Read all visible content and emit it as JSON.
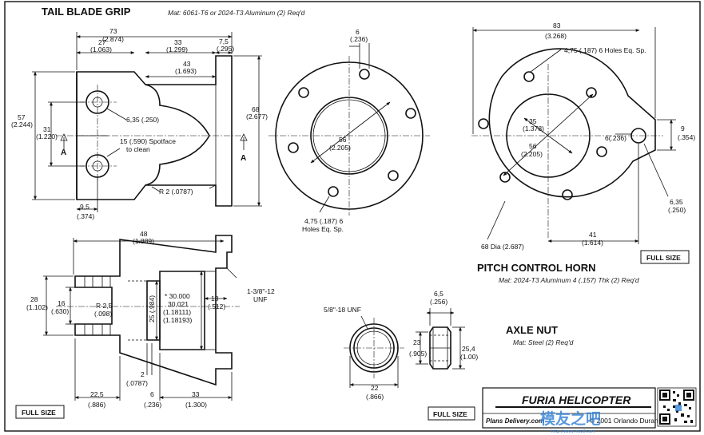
{
  "tail_blade_grip": {
    "title": "TAIL BLADE GRIP",
    "material": "Mat: 6061-T6 or 2024-T3 Aluminum (2) Req'd",
    "dims": {
      "d73": "73",
      "d73i": "(2.874)",
      "d27": "27",
      "d27i": "(1.063)",
      "d33": "33",
      "d33i": "(1.299)",
      "d75": "7,5",
      "d75i": "(.295)",
      "d43": "43",
      "d43i": "(1.693)",
      "d57": "57",
      "d57i": "(2.244)",
      "d31": "31",
      "d31i": "(1.220)",
      "d68": "68",
      "d68i": "(2.677)",
      "hole": "6,35 (.250)",
      "spot1": "15 (.590) Spotface",
      "spot2": "to clean",
      "r2": "R 2 (.0787)",
      "d95": "9,5",
      "d95i": "(.374)",
      "sectionA": "A",
      "d48": "48",
      "d48i": "(1.889)",
      "d28": "28",
      "d28i": "(1.102)",
      "d16": "16",
      "d16i": "(.630)",
      "r25": "R 2,5",
      "r25i": "(.098)",
      "d25": "25 (.984)",
      "tol1": "* 30.000",
      "tol2": "30.021",
      "tol3": "(1.18111)",
      "tol4": "(1.18193)",
      "d13": "13",
      "d13i": "(.512)",
      "thread1": "1-3/8\"-12",
      "thread2": "UNF",
      "d2": "2",
      "d2i": "(.0787)",
      "d225": "22,5",
      "d225i": "(.886)",
      "d6b": "6",
      "d6bi": "(.236)",
      "d33b": "33",
      "d33bi": "(1.300)"
    }
  },
  "flange": {
    "d6": "6",
    "d6i": "(.236)",
    "d56": "56",
    "d56i": "(2.205)",
    "holes1": "4,75 (.187) 6",
    "holes2": "Holes Eq. Sp."
  },
  "pitch_control_horn": {
    "title": "PITCH CONTROL HORN",
    "material": "Mat: 2024-T3 Aluminum 4 (.157) Thk (2) Req'd",
    "d83": "83",
    "d83i": "(3.268)",
    "holes": "4,75 (.187) 6 Holes Eq. Sp.",
    "d35": "35",
    "d35i": "(1.378)",
    "d56": "56",
    "d56i": "(2.205)",
    "d6": "6(.236)",
    "d9": "9",
    "d9i": "(.354)",
    "d635": "6,35",
    "d635i": "(.250)",
    "d41": "41",
    "d41i": "(1.614)",
    "dia68": "68 Dia (2.687)",
    "full_size": "FULL SIZE"
  },
  "axle_nut": {
    "title": "AXLE NUT",
    "material": "Mat: Steel (2) Req'd",
    "thread": "5/8\"-18 UNF",
    "d22": "22",
    "d22i": "(.866)",
    "d65": "6,5",
    "d65i": "(.256)",
    "d23": "23",
    "d23i": "(.905)",
    "d254": "25,4",
    "d254i": "(1.00)",
    "full_size": "FULL SIZE"
  },
  "footer": {
    "full_size_left": "FULL SIZE",
    "brand": "FURIA HELICOPTER",
    "site": "Plans Delivery.com",
    "copyright": "© 2001 Orlando Durana",
    "watermark": "模友之吧",
    "watermark_url": "http://www.moz8.com"
  }
}
